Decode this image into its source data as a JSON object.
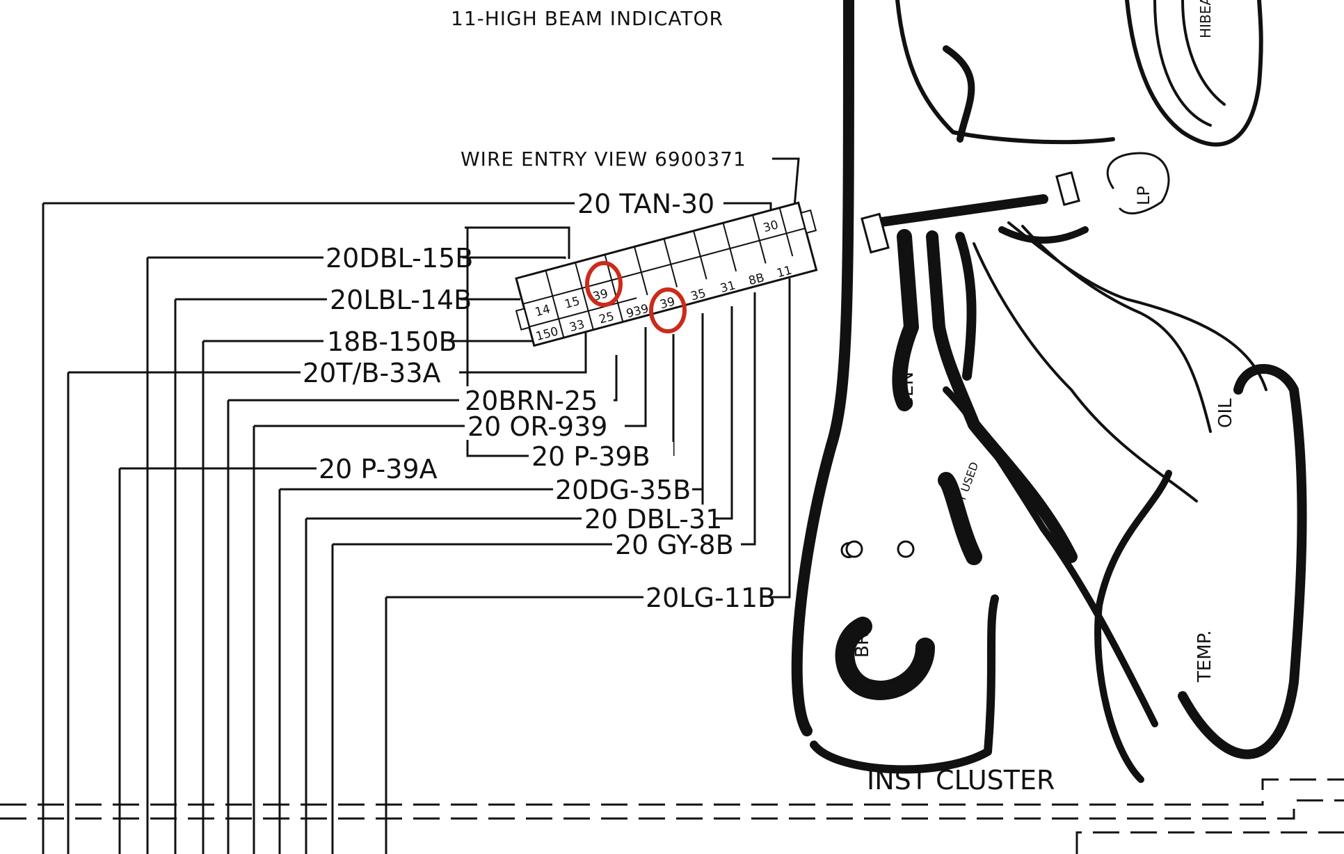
{
  "headings": {
    "top": "11-HIGH BEAM INDICATOR",
    "wire_entry": "WIRE ENTRY VIEW 6900371",
    "cluster": "INST CLUSTER"
  },
  "wires": {
    "tan30": "20 TAN-30",
    "dbl15b": "20DBL-15B",
    "lbl14b": "20LBL-14B",
    "b150b": "18B-150B",
    "tb33a": "20T/B-33A",
    "brn25": "20BRN-25",
    "or939": "20 OR-939",
    "p39b": "20 P-39B",
    "p39a": "20 P-39A",
    "dg35b": "20DG-35B",
    "dbl31": "20 DBL-31",
    "gy8b": "20 GY-8B",
    "lg11b": "20LG-11B"
  },
  "connector": {
    "top_row": [
      "14",
      "15",
      "39",
      "",
      "",
      "",
      "",
      "",
      "30"
    ],
    "middle_row": [
      "",
      "",
      "",
      "939",
      "39",
      "35",
      "31",
      "8B",
      "11"
    ],
    "bottom_row": [
      "150",
      "33",
      "25"
    ]
  },
  "gauges": {
    "gen": "GEN",
    "oil": "OIL",
    "lp": "LP",
    "hibeam": "HIBEAM",
    "brk": "BRK",
    "temp": "TEMP.",
    "not_used": "NOT USED"
  },
  "colors": {
    "ink": "#111111",
    "highlight": "#cc2a1a",
    "paper": "#ffffff"
  }
}
